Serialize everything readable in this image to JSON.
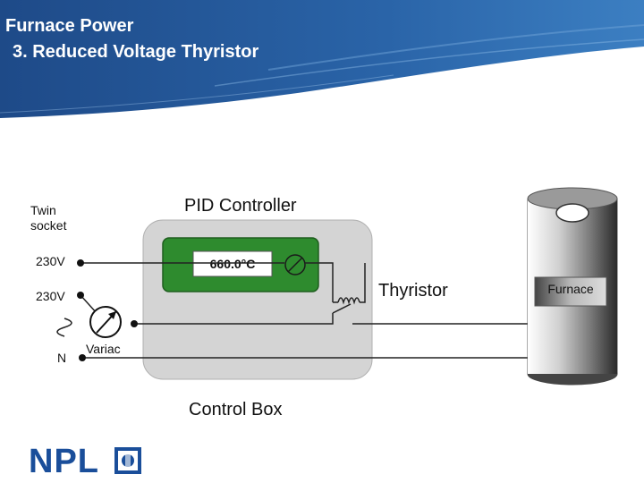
{
  "header": {
    "title_line1": "Furnace Power",
    "title_line2": "3. Reduced Voltage Thyristor",
    "banner_color": "#1f4f8f"
  },
  "diagram": {
    "socket_label_line1": "Twin",
    "socket_label_line2": "socket",
    "live1_label": "230V",
    "live2_label": "230V",
    "neutral_label": "N",
    "variac_label": "Variac",
    "pid_label": "PID Controller",
    "display_value": "660.0°C",
    "thyristor_label": "Thyristor",
    "control_box_label": "Control Box",
    "furnace_label": "Furnace",
    "controller_color": "#2e8b2e",
    "box_color": "#d4d4d4"
  },
  "logo": {
    "text": "NPL",
    "color": "#1a4e9a"
  }
}
